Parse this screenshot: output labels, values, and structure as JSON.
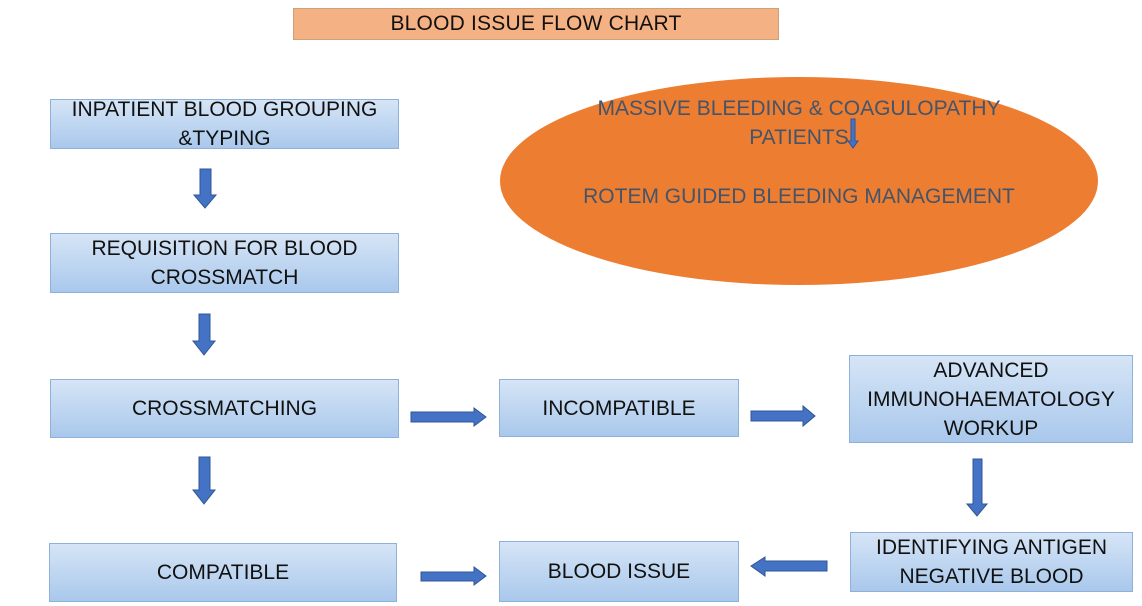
{
  "title": "BLOOD ISSUE FLOW CHART",
  "nodes": {
    "inpatient": "INPATIENT BLOOD GROUPING &TYPING",
    "requisition": "REQUISITION FOR BLOOD CROSSMATCH",
    "crossmatching": "CROSSMATCHING",
    "compatible": "COMPATIBLE",
    "incompatible": "INCOMPATIBLE",
    "blood_issue": "BLOOD ISSUE",
    "advanced": "ADVANCED IMMUNOHAEMATOLOGY WORKUP",
    "identifying": "IDENTIFYING ANTIGEN NEGATIVE BLOOD"
  },
  "ellipse": {
    "top_text": "MASSIVE BLEEDING & COAGULOPATHY PATIENTS",
    "bottom_text": "ROTEM GUIDED BLEEDING MANAGEMENT"
  },
  "colors": {
    "title_fill": "#f4b183",
    "box_fill_top": "#d6e5f6",
    "box_fill_bottom": "#a9c8ec",
    "ellipse_fill": "#ed7d31",
    "arrow_fill": "#4472c4",
    "arrow_stroke": "#2f5597"
  }
}
